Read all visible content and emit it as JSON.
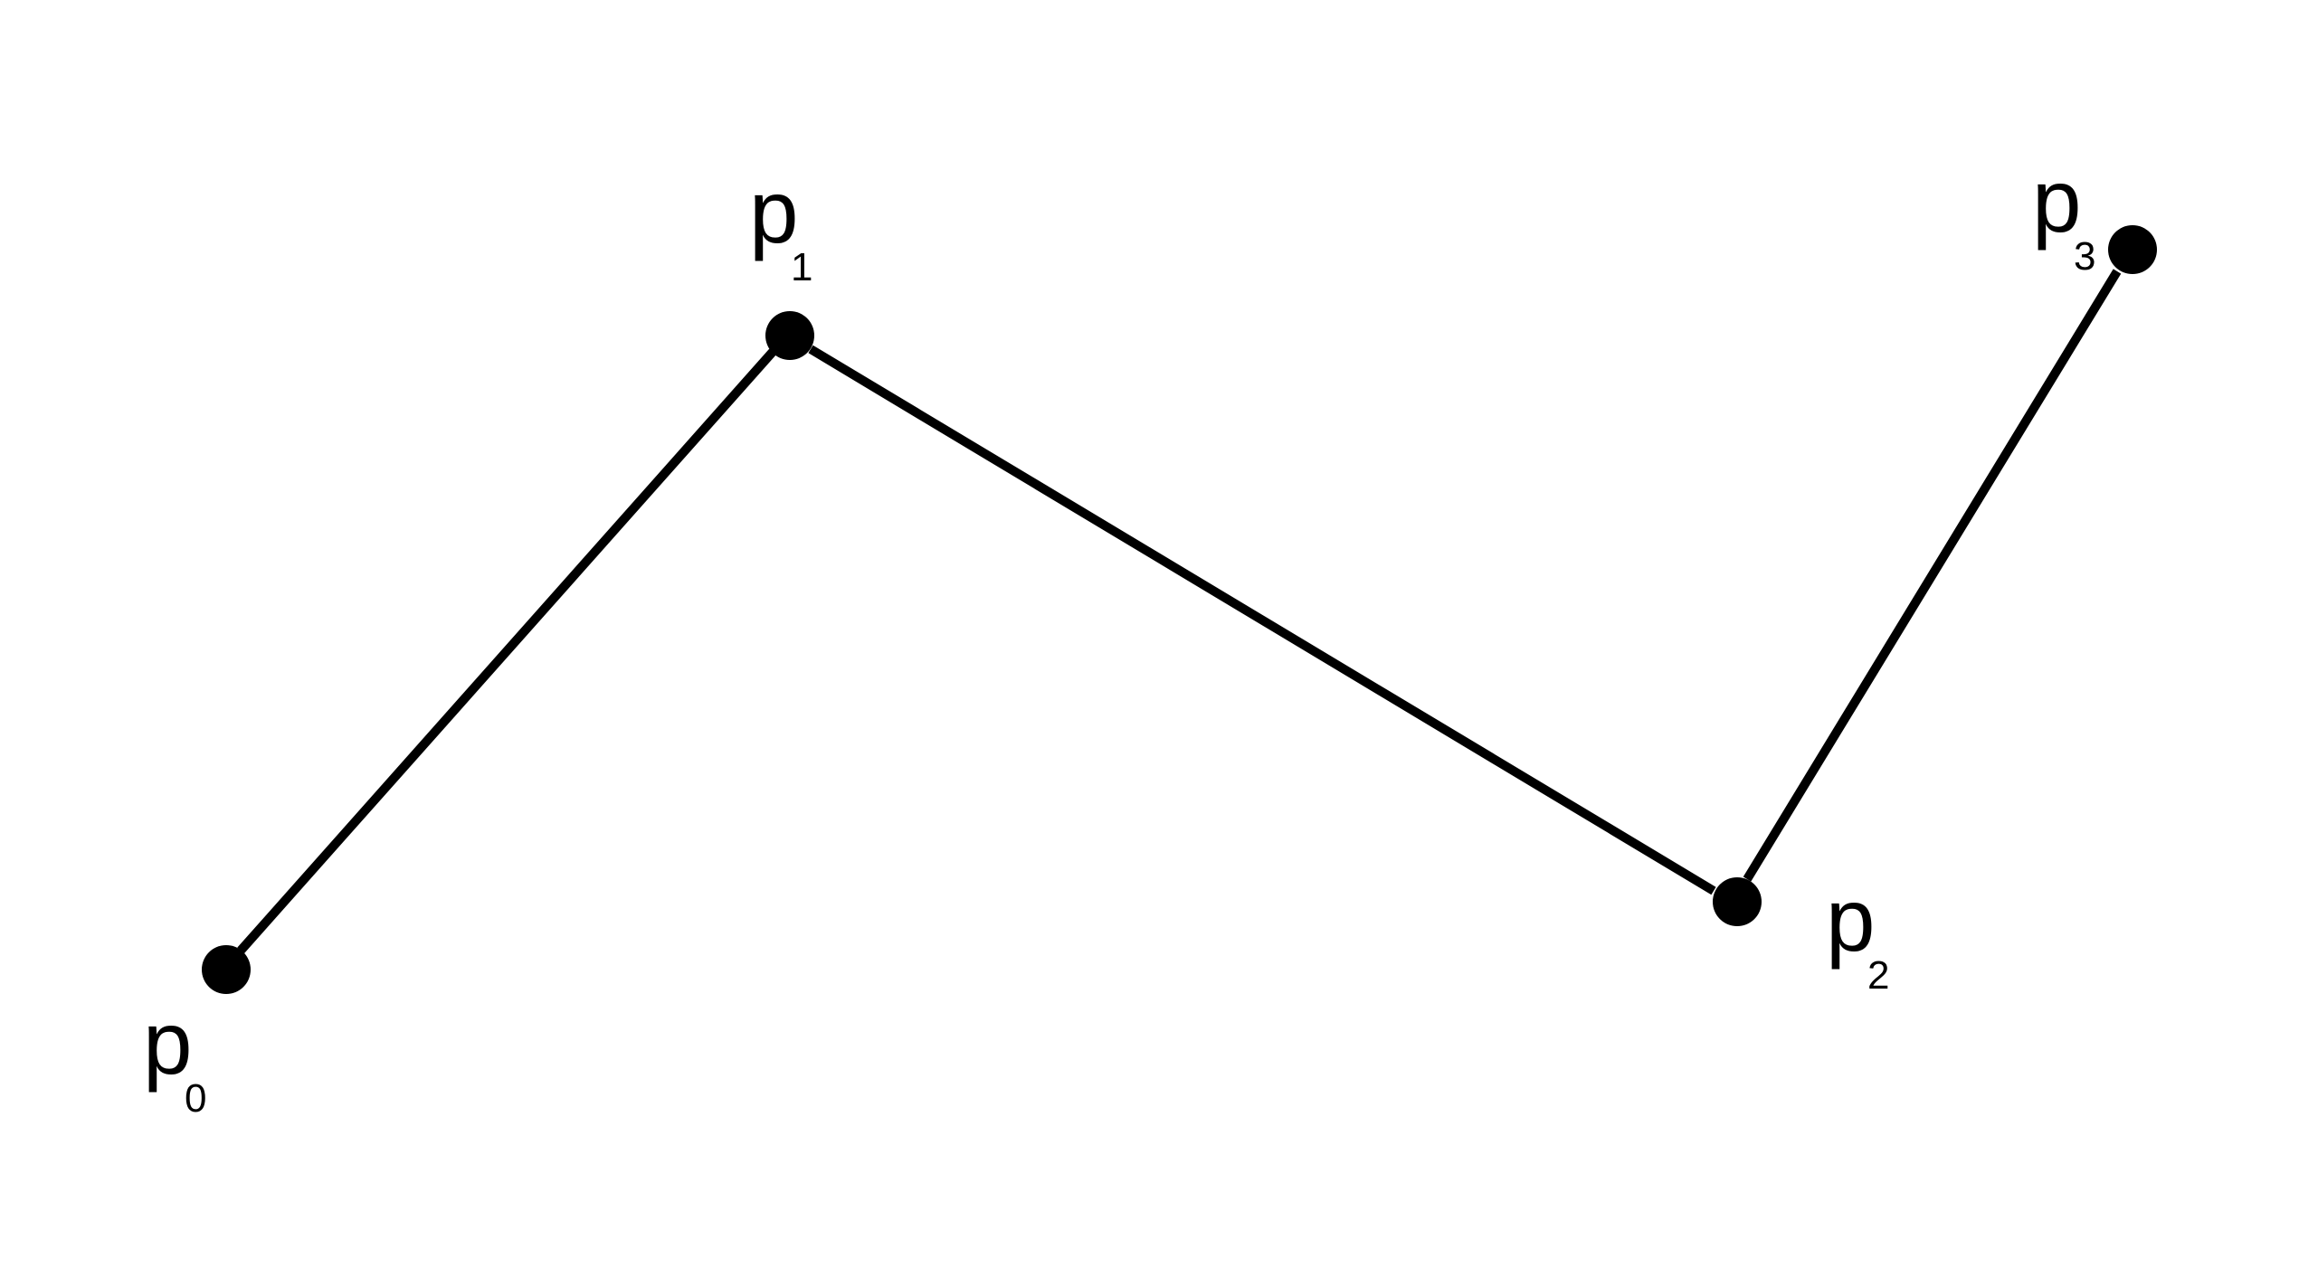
{
  "diagram": {
    "stroke_color": "#000000",
    "background": "#ffffff",
    "points": [
      {
        "id": "p0",
        "letter": "p",
        "subscript": "0"
      },
      {
        "id": "p1",
        "letter": "p",
        "subscript": "1"
      },
      {
        "id": "p2",
        "letter": "p",
        "subscript": "2"
      },
      {
        "id": "p3",
        "letter": "p",
        "subscript": "3"
      }
    ],
    "segments": [
      {
        "from": "p0",
        "to": "p1"
      },
      {
        "from": "p1",
        "to": "p2"
      },
      {
        "from": "p2",
        "to": "p3"
      }
    ]
  }
}
